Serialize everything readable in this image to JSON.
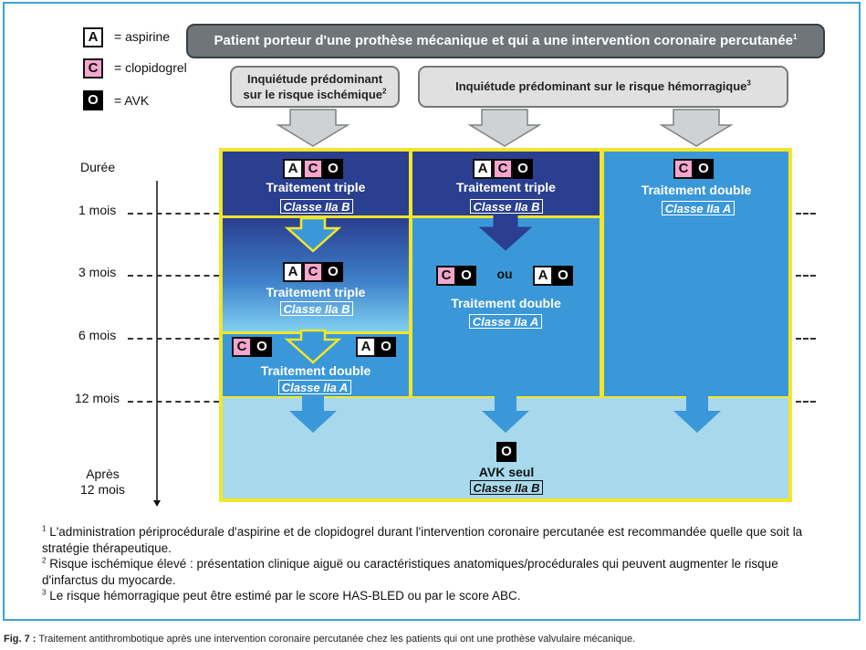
{
  "legend": {
    "a_letter": "A",
    "a_label": "= aspirine",
    "c_letter": "C",
    "c_label": "= clopidogrel",
    "o_letter": "O",
    "o_label": "= AVK"
  },
  "header": {
    "title": "Patient porteur d'une prothèse mécanique et qui a une intervention coronaire percutanée",
    "title_note": "1",
    "left_line1": "Inquiétude prédominant",
    "left_line2": "sur le risque ischémique",
    "left_note": "2",
    "right": "Inquiétude prédominant sur le risque hémorragique",
    "right_note": "3"
  },
  "axis": {
    "duree": "Durée",
    "m1": "1 mois",
    "m3": "3 mois",
    "m6": "6 mois",
    "m12": "12 mois",
    "after_line1": "Après",
    "after_line2": "12 mois"
  },
  "boxes": {
    "col1_top_treatment": "Traitement triple",
    "col1_top_class": "Classe IIa B",
    "col1_mid_treatment": "Traitement triple",
    "col1_mid_class": "Classe IIa B",
    "col1_low_treatment": "Traitement double",
    "col1_low_class": "Classe IIa A",
    "col2_top_treatment": "Traitement triple",
    "col2_top_class": "Classe IIa B",
    "col2_ou": "ou",
    "col2_mid_treatment": "Traitement double",
    "col2_mid_class": "Classe IIa A",
    "col3_treatment": "Traitement double",
    "col3_class": "Classe IIa A",
    "bottom_treatment": "AVK seul",
    "bottom_class": "Classe IIa B"
  },
  "icon_letters": {
    "a": "A",
    "c": "C",
    "o": "O"
  },
  "notes": {
    "n1_mark": "1",
    "n1": "L'administration périprocédurale d'aspirine et de clopidogrel durant l'intervention coronaire percutanée est recommandée quelle que soit la stratégie thérapeutique.",
    "n2_mark": "2",
    "n2": "Risque ischémique élevé : présentation clinique aiguë ou caractéristiques anatomiques/procédurales qui peuvent augmenter le risque d'infarctus du myocarde.",
    "n3_mark": "3",
    "n3": "Le risque hémorragique peut être estimé par le score HAS-BLED ou par le score ABC."
  },
  "caption": {
    "label": "Fig. 7 :",
    "text": "Traitement antithrombotique après une intervention coronaire percutanée chez les patients qui ont une prothèse valvulaire mécanique."
  },
  "colors": {
    "dark_blue": "#2a3f8f",
    "mid_blue": "#3b98d8",
    "light_blue": "#a8d8ec",
    "yellow": "#f2e62a",
    "pink": "#f4a6cc",
    "gray_header": "#6f7578",
    "frame": "#3aa3d8"
  }
}
